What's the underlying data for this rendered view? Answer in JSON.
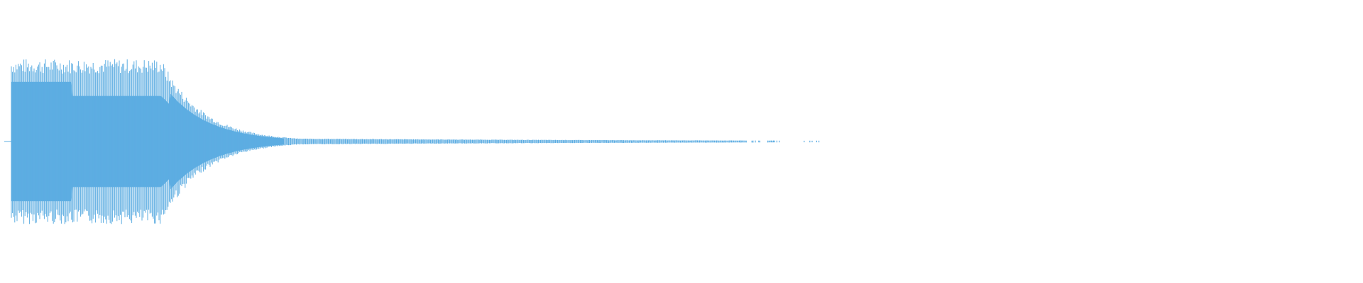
{
  "waveform": {
    "color": "#5dade2",
    "background": "#ffffff",
    "envelope": {
      "peak_amplitude": 0.9,
      "sustain_end_fraction": 0.11,
      "decay_rate": 0.045,
      "tail_amplitude": 0.035,
      "signal_end_fraction": 0.76
    }
  }
}
